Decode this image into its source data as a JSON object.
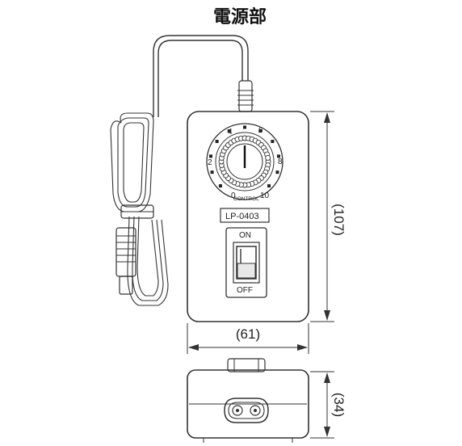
{
  "title": "電源部",
  "dial": {
    "numbers": [
      "0",
      "2",
      "4",
      "6",
      "8",
      "10"
    ],
    "label": "CONTROL"
  },
  "model_label": "LP-0403",
  "switch": {
    "on_label": "ON",
    "off_label": "OFF"
  },
  "dimensions": {
    "height": "(107)",
    "width": "(61)",
    "depth": "(34)"
  }
}
